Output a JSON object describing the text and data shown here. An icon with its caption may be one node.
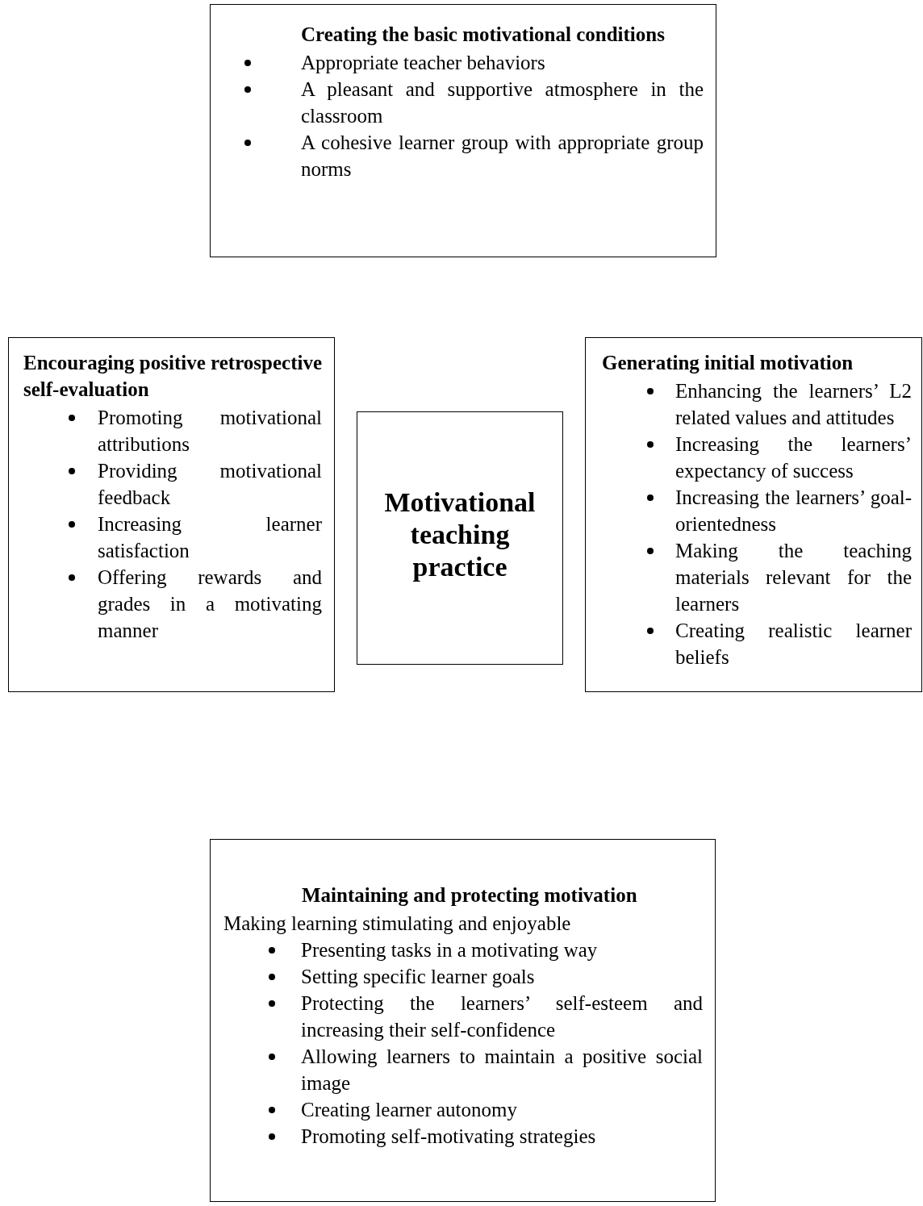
{
  "diagram": {
    "nodes": [
      {
        "text": [
          "Creating the basic motivational conditions",
          "Appropriate teacher behaviors",
          "A pleasant and supportive atmosphere in the classroom",
          "A cohesive learner group with appropriate group norms"
        ]
      },
      {
        "text": [
          "Encouraging positive retrospective self-evaluation",
          "Promoting motivational attributions",
          "Providing motivational feedback",
          "Increasing learner satisfaction",
          "Offering rewards and grades in a motivating manner"
        ]
      },
      {
        "text": [
          "Motivational teaching practice"
        ]
      },
      {
        "text": [
          "Generating initial motivation",
          "Enhancing the learners’ L2 related values and attitudes",
          "Increasing the learners’ expectancy of success",
          "Increasing the learners’ goal-orientedness",
          "Making the teaching materials relevant for the learners",
          "Creating realistic learner beliefs"
        ]
      },
      {
        "text": [
          "Maintaining and protecting motivation",
          "Making learning stimulating and enjoyable",
          "Presenting tasks in a motivating way",
          "Setting specific learner goals",
          "Protecting the learners’ self-esteem and increasing their self-confidence",
          "Allowing learners to maintain a positive social image",
          "Creating learner autonomy",
          "Promoting self-motivating strategies"
        ]
      }
    ]
  }
}
